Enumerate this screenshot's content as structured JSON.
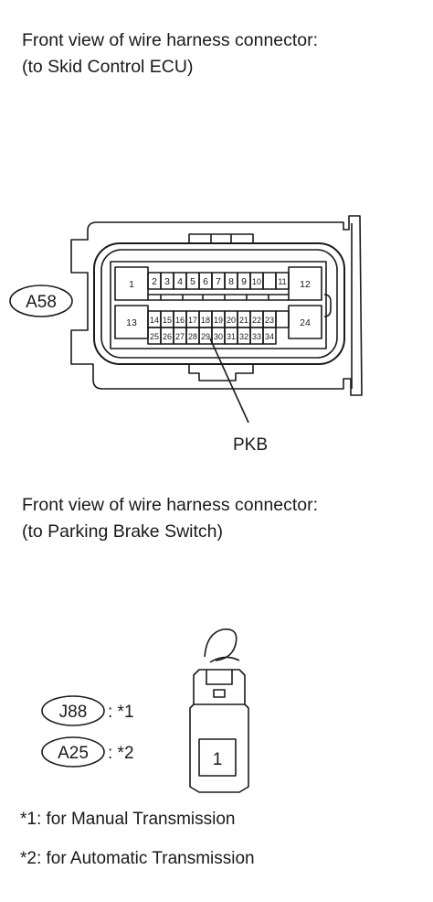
{
  "ecu_connector": {
    "caption_line1": "Front view of wire harness connector:",
    "caption_line2": "(to Skid Control ECU)",
    "code": "A58",
    "pins_top": [
      "1",
      "2",
      "3",
      "4",
      "5",
      "6",
      "7",
      "8",
      "9",
      "10",
      "11",
      "12"
    ],
    "pins_mid": [
      "13",
      "14",
      "15",
      "16",
      "17",
      "18",
      "19",
      "20",
      "21",
      "22",
      "23",
      "24"
    ],
    "pins_bottom": [
      "25",
      "26",
      "27",
      "28",
      "29",
      "30",
      "31",
      "32",
      "33",
      "34"
    ],
    "terminal_label": "PKB"
  },
  "switch_connector": {
    "caption_line1": "Front view of wire harness connector:",
    "caption_line2": "(to Parking Brake Switch)",
    "code_manual": "J88",
    "ref_manual": ": *1",
    "code_auto": "A25",
    "ref_auto": ": *2",
    "pin": "1"
  },
  "notes": {
    "manual": "*1: for Manual Transmission",
    "auto": "*2: for Automatic Transmission"
  }
}
